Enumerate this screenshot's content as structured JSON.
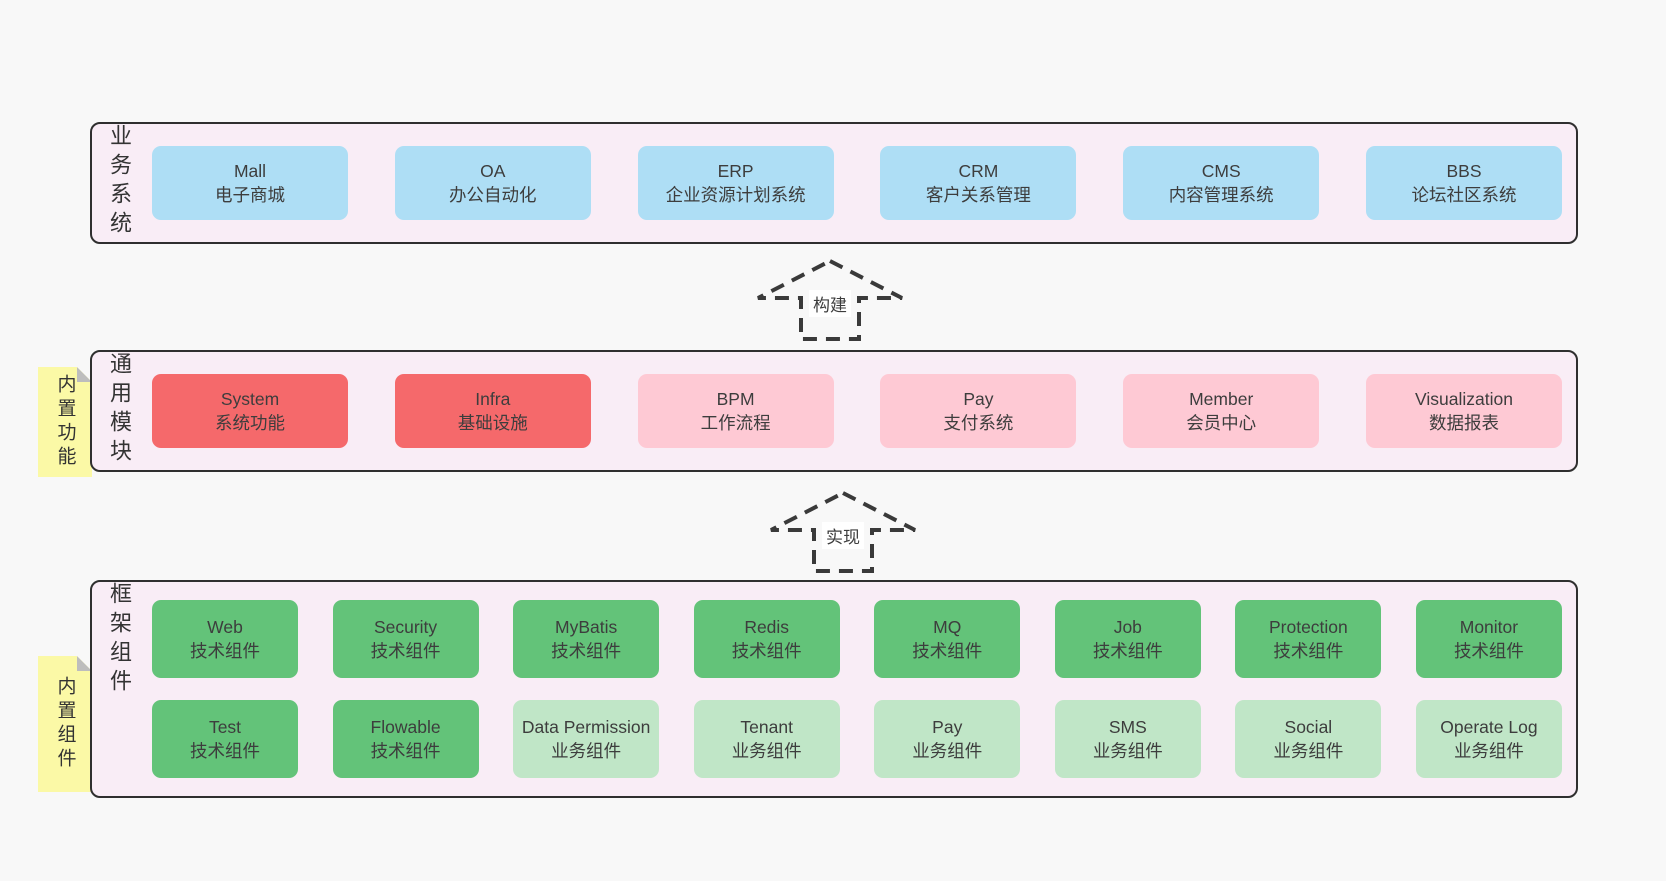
{
  "colors": {
    "page_background": "#f8f8f8",
    "band_background": "#f9edf6",
    "band_border": "#2f2f2f",
    "blue_box": "#aedef5",
    "red_box": "#f5696b",
    "pink_box": "#fec9d4",
    "green_box": "#63c379",
    "light_green_box": "#c0e6c7",
    "sticky_yellow": "#fbf9a6",
    "sticky_fold_gray": "#bdbdbd",
    "text": "#3d3d3d"
  },
  "stickies": [
    {
      "label": "内置功能"
    },
    {
      "label": "内置组件"
    }
  ],
  "arrows": [
    {
      "label": "构建"
    },
    {
      "label": "实现"
    }
  ],
  "bands": [
    {
      "label": "业务系统",
      "rows": [
        [
          {
            "title": "Mall",
            "subtitle": "电子商城"
          },
          {
            "title": "OA",
            "subtitle": "办公自动化"
          },
          {
            "title": "ERP",
            "subtitle": "企业资源计划系统"
          },
          {
            "title": "CRM",
            "subtitle": "客户关系管理"
          },
          {
            "title": "CMS",
            "subtitle": "内容管理系统"
          },
          {
            "title": "BBS",
            "subtitle": "论坛社区系统"
          }
        ]
      ]
    },
    {
      "label": "通用模块",
      "rows": [
        [
          {
            "title": "System",
            "subtitle": "系统功能"
          },
          {
            "title": "Infra",
            "subtitle": "基础设施"
          },
          {
            "title": "BPM",
            "subtitle": "工作流程"
          },
          {
            "title": "Pay",
            "subtitle": "支付系统"
          },
          {
            "title": "Member",
            "subtitle": "会员中心"
          },
          {
            "title": "Visualization",
            "subtitle": "数据报表"
          }
        ]
      ]
    },
    {
      "label": "框架组件",
      "rows": [
        [
          {
            "title": "Web",
            "subtitle": "技术组件"
          },
          {
            "title": "Security",
            "subtitle": "技术组件"
          },
          {
            "title": "MyBatis",
            "subtitle": "技术组件"
          },
          {
            "title": "Redis",
            "subtitle": "技术组件"
          },
          {
            "title": "MQ",
            "subtitle": "技术组件"
          },
          {
            "title": "Job",
            "subtitle": "技术组件"
          },
          {
            "title": "Protection",
            "subtitle": "技术组件"
          },
          {
            "title": "Monitor",
            "subtitle": "技术组件"
          }
        ],
        [
          {
            "title": "Test",
            "subtitle": "技术组件"
          },
          {
            "title": "Flowable",
            "subtitle": "技术组件"
          },
          {
            "title": "Data Permission",
            "subtitle": "业务组件"
          },
          {
            "title": "Tenant",
            "subtitle": "业务组件"
          },
          {
            "title": "Pay",
            "subtitle": "业务组件"
          },
          {
            "title": "SMS",
            "subtitle": "业务组件"
          },
          {
            "title": "Social",
            "subtitle": "业务组件"
          },
          {
            "title": "Operate Log",
            "subtitle": "业务组件"
          }
        ]
      ]
    }
  ]
}
